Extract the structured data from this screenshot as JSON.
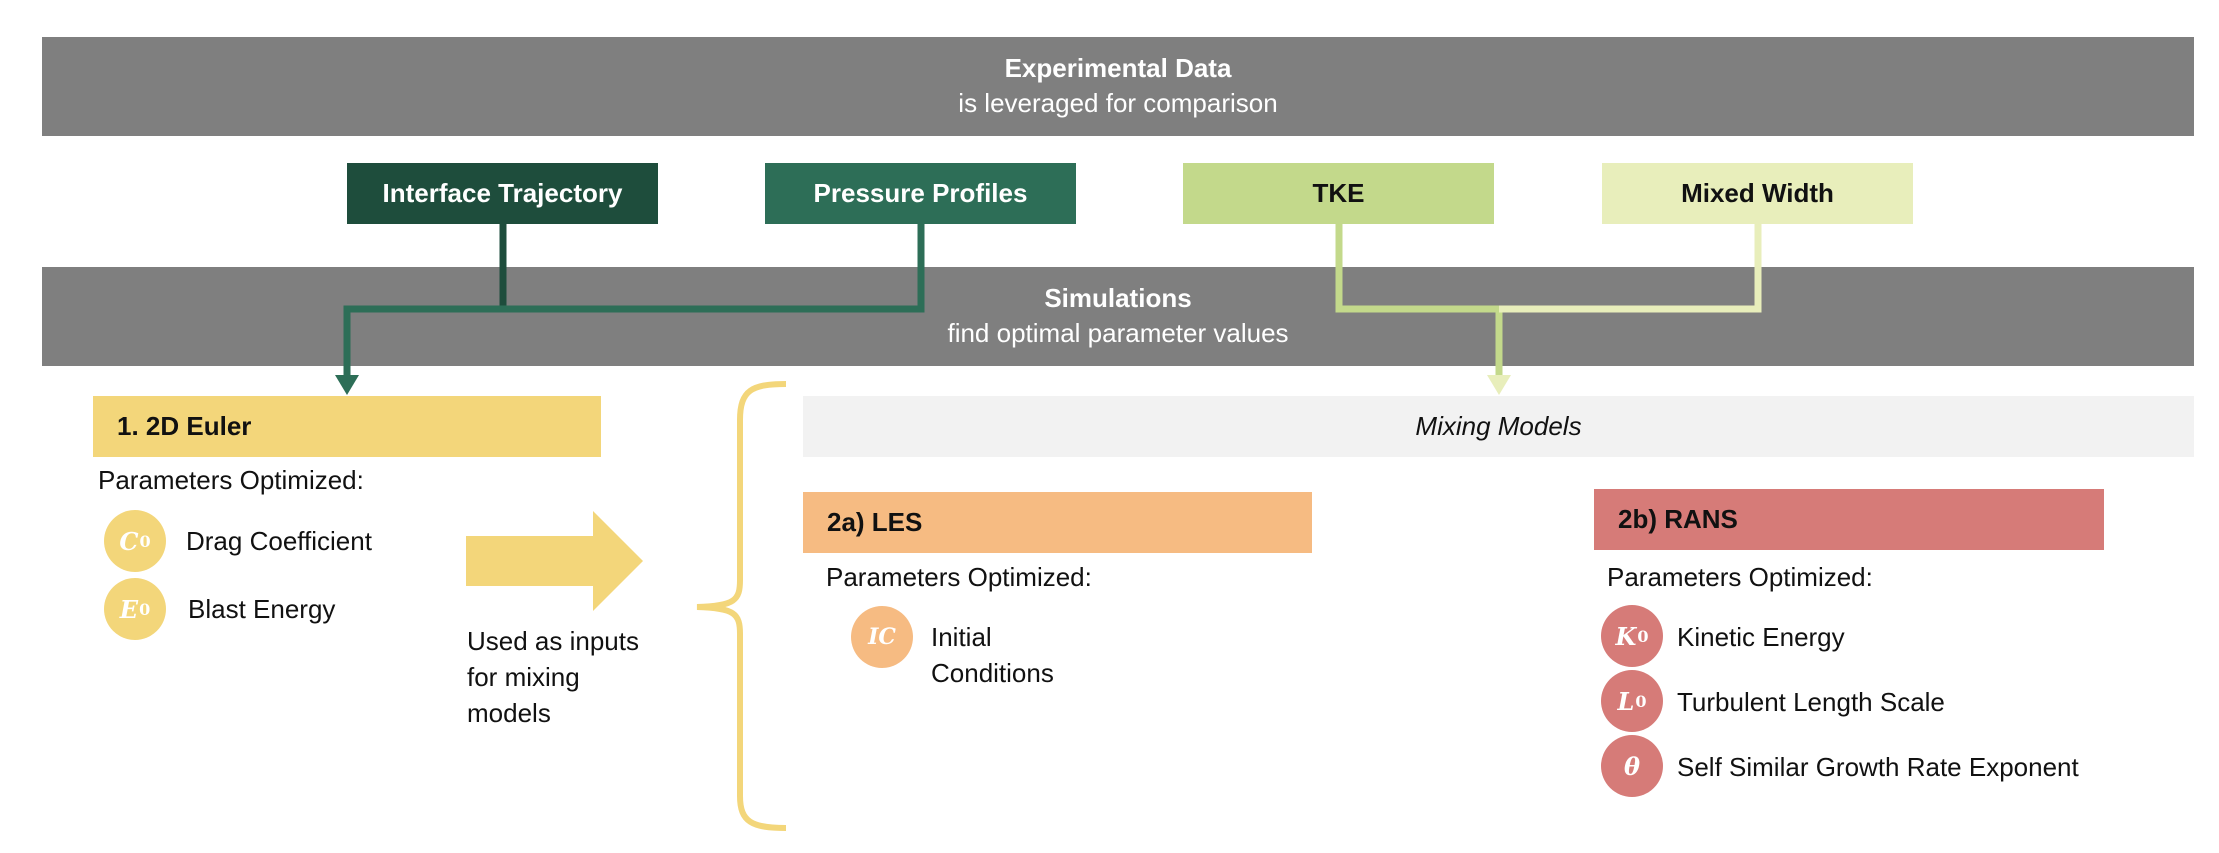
{
  "top_band": {
    "title": "Experimental Data",
    "subtitle": "is leveraged for comparison"
  },
  "data_tags": [
    {
      "label": "Interface Trajectory",
      "color": "#1e4d3c"
    },
    {
      "label": "Pressure Profiles",
      "color": "#2d6e57"
    },
    {
      "label": "TKE",
      "color": "#c3d98b"
    },
    {
      "label": "Mixed Width",
      "color": "#e8eebb"
    }
  ],
  "sim_band": {
    "title": "Simulations",
    "subtitle": "find optimal parameter values"
  },
  "euler": {
    "header": "1. 2D Euler",
    "color": "#f3d67a",
    "params_label": "Parameters Optimized:",
    "params": [
      {
        "symbol": "C",
        "sub": "0",
        "label": "Drag Coefficient"
      },
      {
        "symbol": "E",
        "sub": "0",
        "label": "Blast Energy"
      }
    ]
  },
  "arrow_note": [
    "Used as inputs",
    "for mixing",
    "models"
  ],
  "mixing": {
    "title": "Mixing Models",
    "les": {
      "header": "2a) LES",
      "color": "#f6bb82",
      "params_label": "Parameters Optimized:",
      "params": [
        {
          "symbol": "IC",
          "sub": "",
          "label_lines": [
            "Initial",
            "Conditions"
          ]
        }
      ]
    },
    "rans": {
      "header": "2b) RANS",
      "color": "#d67b78",
      "params_label": "Parameters Optimized:",
      "params": [
        {
          "symbol": "K",
          "sub": "0",
          "label": "Kinetic Energy"
        },
        {
          "symbol": "L",
          "sub": "0",
          "label": "Turbulent Length Scale"
        },
        {
          "symbol": "θ",
          "sub": "",
          "label": "Self Similar Growth Rate Exponent"
        }
      ]
    }
  }
}
